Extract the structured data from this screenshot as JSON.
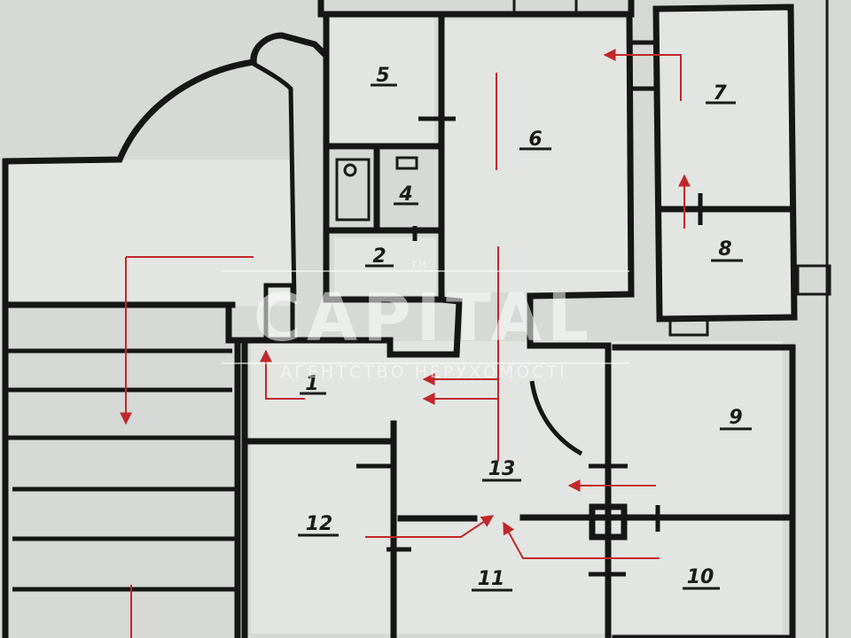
{
  "rooms": [
    {
      "id": "room-1",
      "label": "1"
    },
    {
      "id": "room-2",
      "label": "2"
    },
    {
      "id": "room-4",
      "label": "4"
    },
    {
      "id": "room-5",
      "label": "5"
    },
    {
      "id": "room-6",
      "label": "6"
    },
    {
      "id": "room-7",
      "label": "7"
    },
    {
      "id": "room-8",
      "label": "8"
    },
    {
      "id": "room-9",
      "label": "9"
    },
    {
      "id": "room-10",
      "label": "10"
    },
    {
      "id": "room-11",
      "label": "11"
    },
    {
      "id": "room-12",
      "label": "12"
    },
    {
      "id": "room-13",
      "label": "13"
    }
  ],
  "watermark": {
    "brand": "CAPITAL",
    "tm": "T.M.",
    "subtitle": "АГЕНТСТВО НЕРУХОМОСТІ"
  },
  "colors": {
    "walls": "#161616",
    "arrows": "#c0282a",
    "background": "#d6d9d6"
  }
}
